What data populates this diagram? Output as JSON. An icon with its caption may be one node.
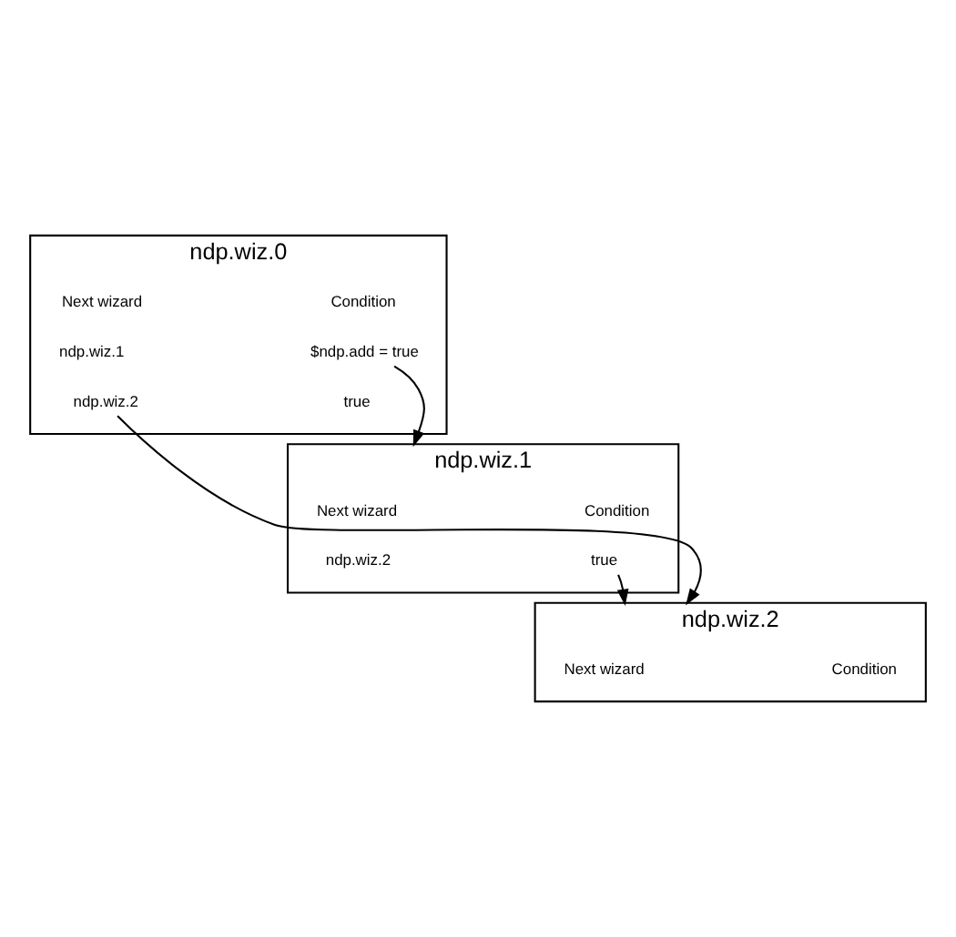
{
  "diagram": {
    "nodes": [
      {
        "text": [
          "ndp.wiz.0"
        ]
      },
      {
        "text": [
          "Next wizard"
        ],
        "in": 0
      },
      {
        "text": [
          "Condition"
        ],
        "in": 0
      },
      {
        "text": [
          "ndp.wiz.1"
        ],
        "in": 0
      },
      {
        "text": [
          "$ndp.add = true"
        ],
        "in": 0
      },
      {
        "text": [
          "ndp.wiz.2"
        ],
        "in": 0
      },
      {
        "text": [
          "true"
        ],
        "in": 0
      },
      {
        "text": [
          "ndp.wiz.1"
        ]
      },
      {
        "text": [
          "Next wizard"
        ],
        "in": 7
      },
      {
        "text": [
          "Condition"
        ],
        "in": 7
      },
      {
        "text": [
          "ndp.wiz.2"
        ],
        "in": 7
      },
      {
        "text": [
          "true"
        ],
        "in": 7
      },
      {
        "text": [
          "ndp.wiz.2"
        ]
      },
      {
        "text": [
          "Next wizard"
        ],
        "in": 12
      },
      {
        "text": [
          "Condition"
        ],
        "in": 12
      }
    ],
    "edges": [
      {
        "from": 4,
        "to": 7,
        "arrow": "to"
      },
      {
        "from": 5,
        "to": 12,
        "arrow": "to"
      },
      {
        "from": 11,
        "to": 12,
        "arrow": "to"
      }
    ]
  }
}
